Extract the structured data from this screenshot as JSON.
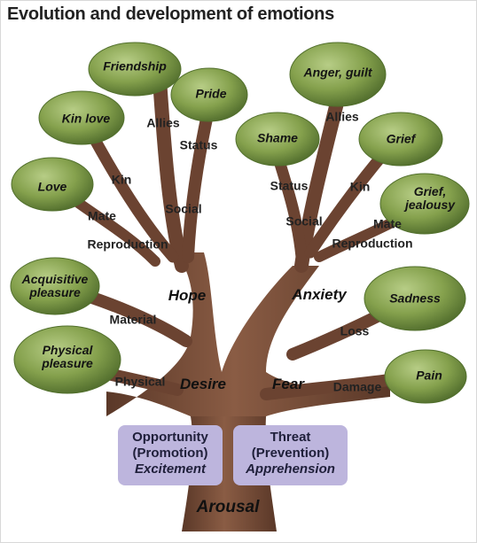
{
  "title": "Evolution and development of emotions",
  "foliage": [
    {
      "id": "friendship",
      "label": "Friendship"
    },
    {
      "id": "pride",
      "label": "Pride"
    },
    {
      "id": "kin-love",
      "label": "Kin love"
    },
    {
      "id": "love",
      "label": "Love"
    },
    {
      "id": "acquisitive-pleasure",
      "label": "Acquisitive\npleasure"
    },
    {
      "id": "physical-pleasure",
      "label": "Physical\npleasure"
    },
    {
      "id": "anger-guilt",
      "label": "Anger, guilt"
    },
    {
      "id": "shame",
      "label": "Shame"
    },
    {
      "id": "grief",
      "label": "Grief"
    },
    {
      "id": "grief-jealousy",
      "label": "Grief,\njealousy"
    },
    {
      "id": "sadness",
      "label": "Sadness"
    },
    {
      "id": "pain",
      "label": "Pain"
    }
  ],
  "branch_labels": {
    "allies_left": "Allies",
    "status_left": "Status",
    "kin_left": "Kin",
    "mate_left": "Mate",
    "social_left": "Social",
    "reproduction_left": "Reproduction",
    "material": "Material",
    "physical": "Physical",
    "allies_right": "Allies",
    "status_right": "Status",
    "kin_right": "Kin",
    "social_right": "Social",
    "mate_right": "Mate",
    "reproduction_right": "Reproduction",
    "loss": "Loss",
    "damage": "Damage"
  },
  "trunk_labels": {
    "hope": "Hope",
    "anxiety": "Anxiety",
    "desire": "Desire",
    "fear": "Fear"
  },
  "boxes": {
    "left": {
      "line1": "Opportunity",
      "line2": "(Promotion)",
      "line3": "Excitement"
    },
    "right": {
      "line1": "Threat",
      "line2": "(Prevention)",
      "line3": "Apprehension"
    }
  },
  "root_label": "Arousal",
  "colors": {
    "bark": "#6e4634",
    "bark_dark": "#4f2f22",
    "leaf": "#7e9a48",
    "leaf_light": "#a9c277",
    "leaf_dark": "#4f6a2a",
    "box": "#bdb5dd"
  }
}
